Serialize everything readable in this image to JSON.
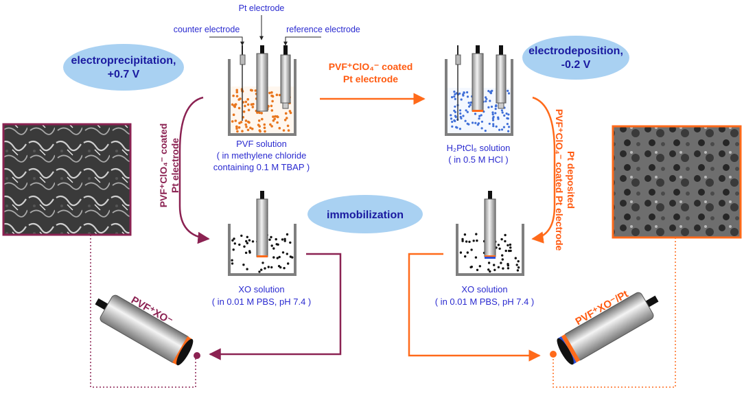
{
  "electrode_labels": {
    "pt": "Pt  electrode",
    "counter": "counter electrode",
    "reference": "reference electrode"
  },
  "ellipses": {
    "electroprecipitation": [
      "electroprecipitation,",
      "+0.7 V"
    ],
    "electrodeposition": [
      "electrodeposition,",
      "-0.2 V"
    ],
    "immobilization": "immobilization"
  },
  "arrow_top": [
    "PVF⁺ClO₄⁻ coated",
    "Pt electrode"
  ],
  "arrow_left_vertical": [
    "PVF⁺ClO₄⁻ coated",
    "Pt electrode"
  ],
  "arrow_right_vertical": [
    "Pt deposited",
    "PVF⁺ClO₄⁻ coated Pt electrode"
  ],
  "cells": {
    "pvf": [
      "PVF solution",
      "( in methylene chloride",
      "containing 0.1 M TBAP )"
    ],
    "h2ptcl6": [
      "H₂PtCl₆  solution",
      "( in 0.5 M HCl )"
    ],
    "xo_left": [
      "XO solution",
      "( in 0.01 M PBS, pH 7.4 )"
    ],
    "xo_right": [
      "XO solution",
      "( in 0.01 M PBS, pH 7.4 )"
    ]
  },
  "final_electrodes": {
    "left": "PVF⁺XO⁻",
    "right": "PVF⁺XO⁻/Pt"
  },
  "colors": {
    "blue_text": "#2a2ad0",
    "orange": "#ff6a1a",
    "maroon": "#8b2252",
    "ellipse_fill": "#a9d1f2",
    "cell_wall": "#7f7f7f"
  }
}
